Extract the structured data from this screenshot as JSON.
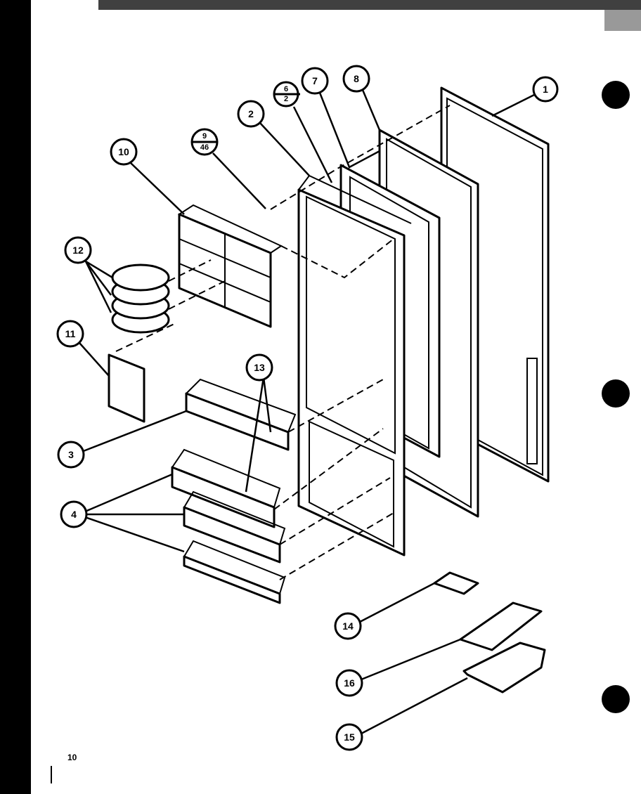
{
  "diagram": {
    "page_number": "10",
    "callouts": [
      {
        "id": "1",
        "label": "1"
      },
      {
        "id": "2",
        "label": "2"
      },
      {
        "id": "6-2",
        "label_top": "6",
        "label_bottom": "2"
      },
      {
        "id": "7",
        "label": "7"
      },
      {
        "id": "8",
        "label": "8"
      },
      {
        "id": "9-46",
        "label_top": "9",
        "label_bottom": "46"
      },
      {
        "id": "10",
        "label": "10"
      },
      {
        "id": "12",
        "label": "12"
      },
      {
        "id": "11",
        "label": "11"
      },
      {
        "id": "13",
        "label": "13"
      },
      {
        "id": "3",
        "label": "3"
      },
      {
        "id": "4",
        "label": "4"
      },
      {
        "id": "14",
        "label": "14"
      },
      {
        "id": "16",
        "label": "16"
      },
      {
        "id": "15",
        "label": "15"
      }
    ]
  },
  "colors": {
    "ink": "#000000",
    "paper": "#ffffff"
  }
}
